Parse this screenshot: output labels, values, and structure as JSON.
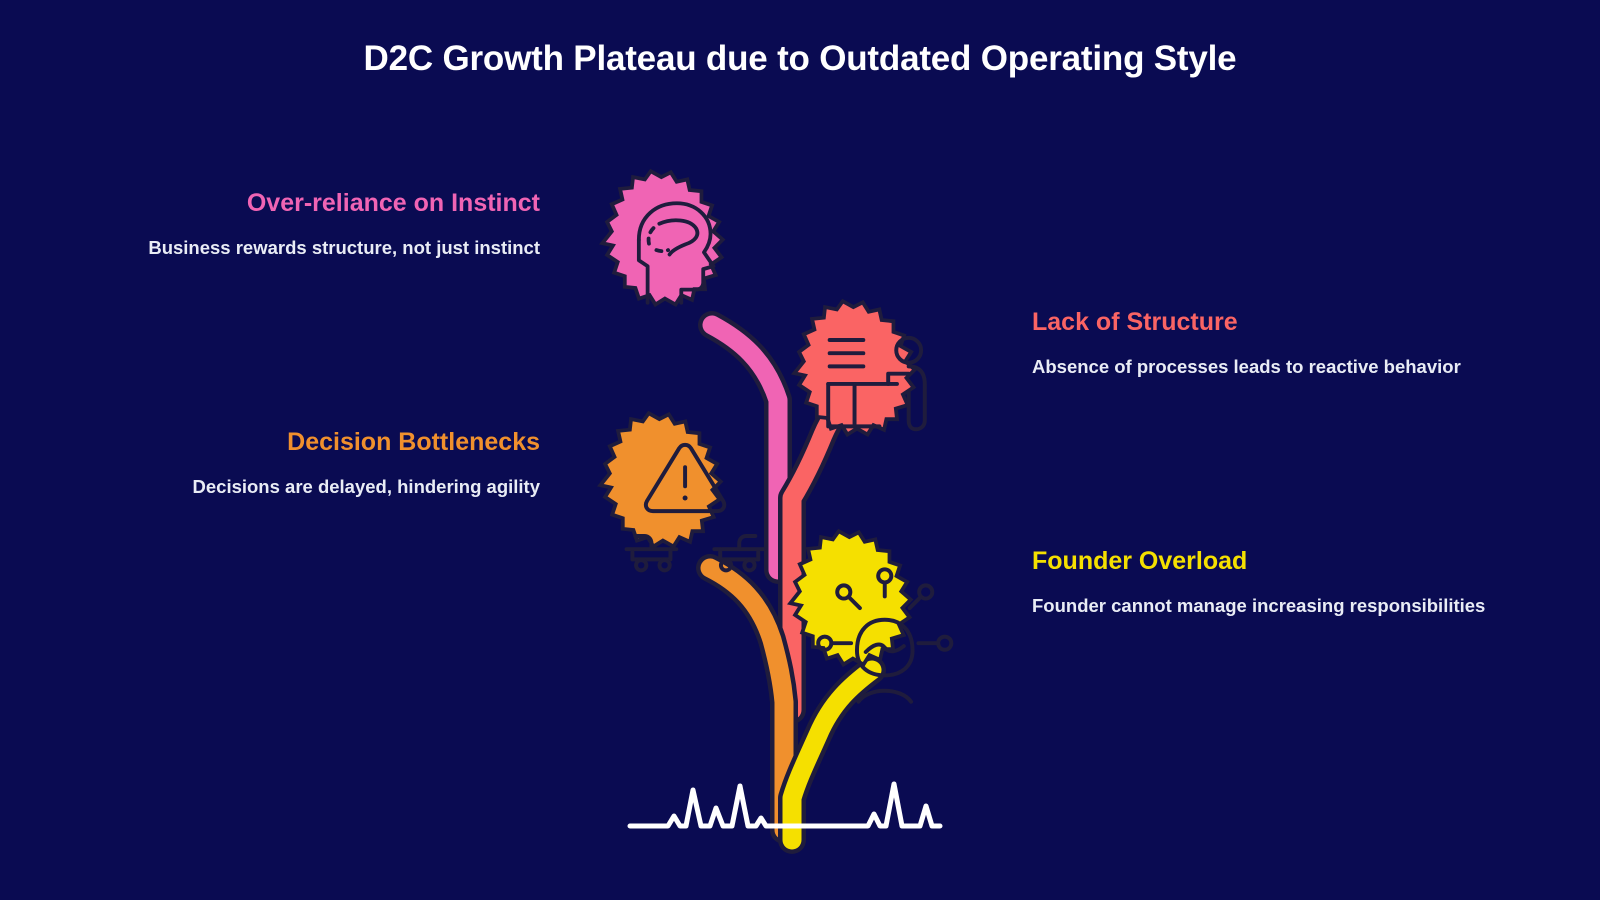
{
  "page": {
    "title": "D2C Growth Plateau due to Outdated Operating Style",
    "background_color": "#0a0b52"
  },
  "colors": {
    "background": "#0a0b52",
    "title_text": "#ffffff",
    "body_text": "#e9ecf5",
    "stroke_dark": "#1f1c3d",
    "ground_line": "#ffffff",
    "pink": "#f064b4",
    "red": "#fa6464",
    "orange": "#f0902d",
    "yellow": "#f5e000"
  },
  "branches": [
    {
      "id": "instinct",
      "side": "left",
      "heading": "Over-reliance on Instinct",
      "heading_color": "#f064b4",
      "body": "Business rewards structure, not just instinct",
      "leaf_color": "#f064b4",
      "icon": "head-thought-icon"
    },
    {
      "id": "structure",
      "side": "right",
      "heading": "Lack of Structure",
      "heading_color": "#fa6464",
      "body": "Absence of processes leads to reactive behavior",
      "leaf_color": "#fa6464",
      "icon": "person-at-desk-icon"
    },
    {
      "id": "bottlenecks",
      "side": "left",
      "heading": "Decision Bottlenecks",
      "heading_color": "#f0902d",
      "body": "Decisions are delayed, hindering agility",
      "leaf_color": "#f0902d",
      "icon": "traffic-warning-icon"
    },
    {
      "id": "founder",
      "side": "right",
      "heading": "Founder Overload",
      "heading_color": "#f5e000",
      "body": "Founder cannot manage increasing responsibilities",
      "leaf_color": "#f5e000",
      "icon": "overwhelmed-face-icon"
    }
  ],
  "illustration": {
    "name": "growth-plateau-plant",
    "ground_label": "ground-grass-line",
    "stem_label": "plant-stem"
  }
}
